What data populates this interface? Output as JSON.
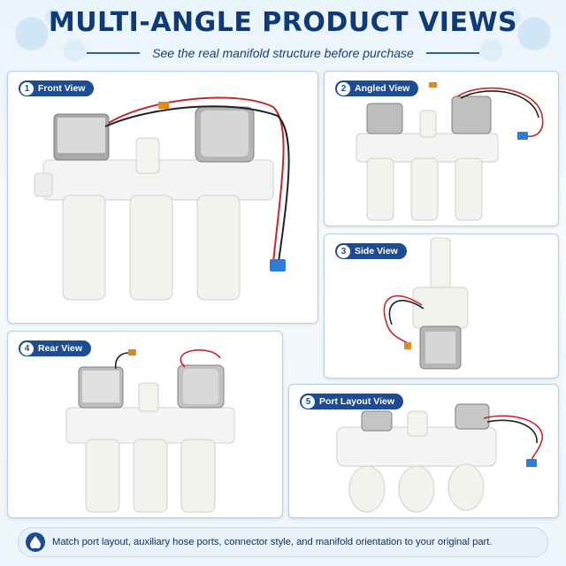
{
  "header": {
    "title": "MULTI-ANGLE PRODUCT VIEWS",
    "subtitle": "See the real manifold structure before purchase"
  },
  "panels": [
    {
      "num": "1",
      "label": "Front View"
    },
    {
      "num": "2",
      "label": "Angled View"
    },
    {
      "num": "3",
      "label": "Side View"
    },
    {
      "num": "4",
      "label": "Rear View"
    },
    {
      "num": "5",
      "label": "Port Layout View"
    }
  ],
  "footer": {
    "icon": "water-drop-icon",
    "text": "Match port layout, auxiliary hose ports, connector style, and manifold orientation to your original part."
  },
  "colors": {
    "brand": "#1c4c93",
    "title": "#0e3a78",
    "panel_border": "#b9cfe6"
  }
}
